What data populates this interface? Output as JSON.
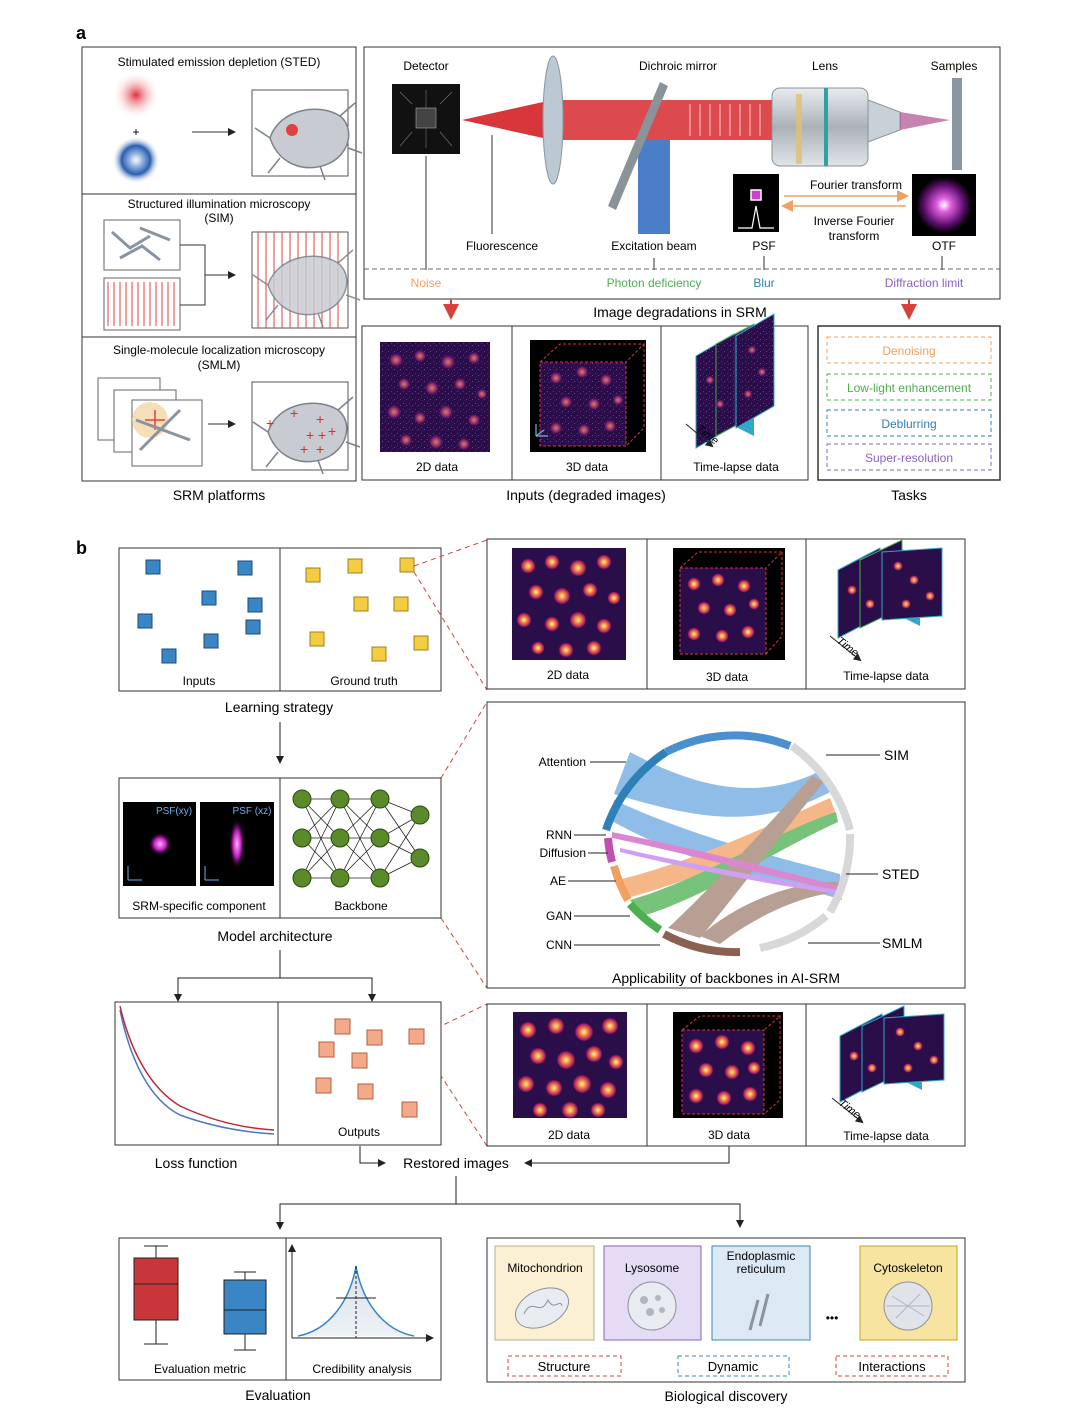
{
  "panel_a": {
    "letter": "a",
    "platforms": {
      "sted": "Stimulated emission depletion (STED)",
      "plus": "+",
      "sim_1": "Structured illumination microscopy",
      "sim_2": "(SIM)",
      "smlm_1": "Single-molecule localization microscopy",
      "smlm_2": "(SMLM)",
      "caption": "SRM platforms"
    },
    "optics": {
      "detector": "Detector",
      "dichroic": "Dichroic mirror",
      "lens": "Lens",
      "samples": "Samples",
      "fourier": "Fourier transform",
      "inverse_1": "Inverse Fourier",
      "inverse_2": "transform",
      "fluorescence": "Fluorescence",
      "excitation": "Excitation beam",
      "psf": "PSF",
      "otf": "OTF",
      "noise": "Noise",
      "photon": "Photon deficiency",
      "blur": "Blur",
      "diffraction": "Diffraction limit",
      "degradations": "Image degradations in SRM"
    },
    "inputs": {
      "d2": "2D data",
      "d3": "3D data",
      "time": "Time-lapse data",
      "time_axis": "Time",
      "caption": "Inputs (degraded images)"
    },
    "tasks": {
      "items": [
        "Denoising",
        "Low-light enhancement",
        "Deblurring",
        "Super-resolution"
      ],
      "colors": [
        "#f0a060",
        "#4caf50",
        "#2f7fb8",
        "#8a62c0"
      ],
      "caption": "Tasks"
    }
  },
  "panel_b": {
    "letter": "b",
    "learning": {
      "inputs": "Inputs",
      "ground_truth": "Ground truth",
      "caption": "Learning strategy"
    },
    "gt_images": {
      "d2": "2D data",
      "d3": "3D data",
      "time": "Time-lapse data",
      "time_axis": "Time"
    },
    "architecture": {
      "psf_xy": "PSF(xy)",
      "psf_xz": "PSF (xz)",
      "component": "SRM-specific component",
      "backbone": "Backbone",
      "caption": "Model architecture"
    },
    "chord": {
      "left_labels": [
        "Attention",
        "RNN",
        "Diffusion",
        "AE",
        "GAN",
        "CNN"
      ],
      "right_labels": [
        "SIM",
        "STED",
        "SMLM"
      ],
      "caption": "Applicability of backbones in AI-SRM"
    },
    "loss": {
      "caption": "Loss function",
      "outputs": "Outputs"
    },
    "restored_images": {
      "d2": "2D data",
      "d3": "3D data",
      "time": "Time-lapse data",
      "time_axis": "Time"
    },
    "restored": "Restored images",
    "evaluation": {
      "metric": "Evaluation metric",
      "credibility": "Credibility analysis",
      "caption": "Evaluation"
    },
    "discovery": {
      "organelles": [
        "Mitochondrion",
        "Lysosome",
        "Endoplasmic reticulum",
        "Cytoskeleton"
      ],
      "er_1": "Endoplasmic",
      "er_2": "reticulum",
      "ellipsis": "•••",
      "tags": [
        "Structure",
        "Dynamic",
        "Interactions"
      ],
      "caption": "Biological discovery"
    }
  }
}
